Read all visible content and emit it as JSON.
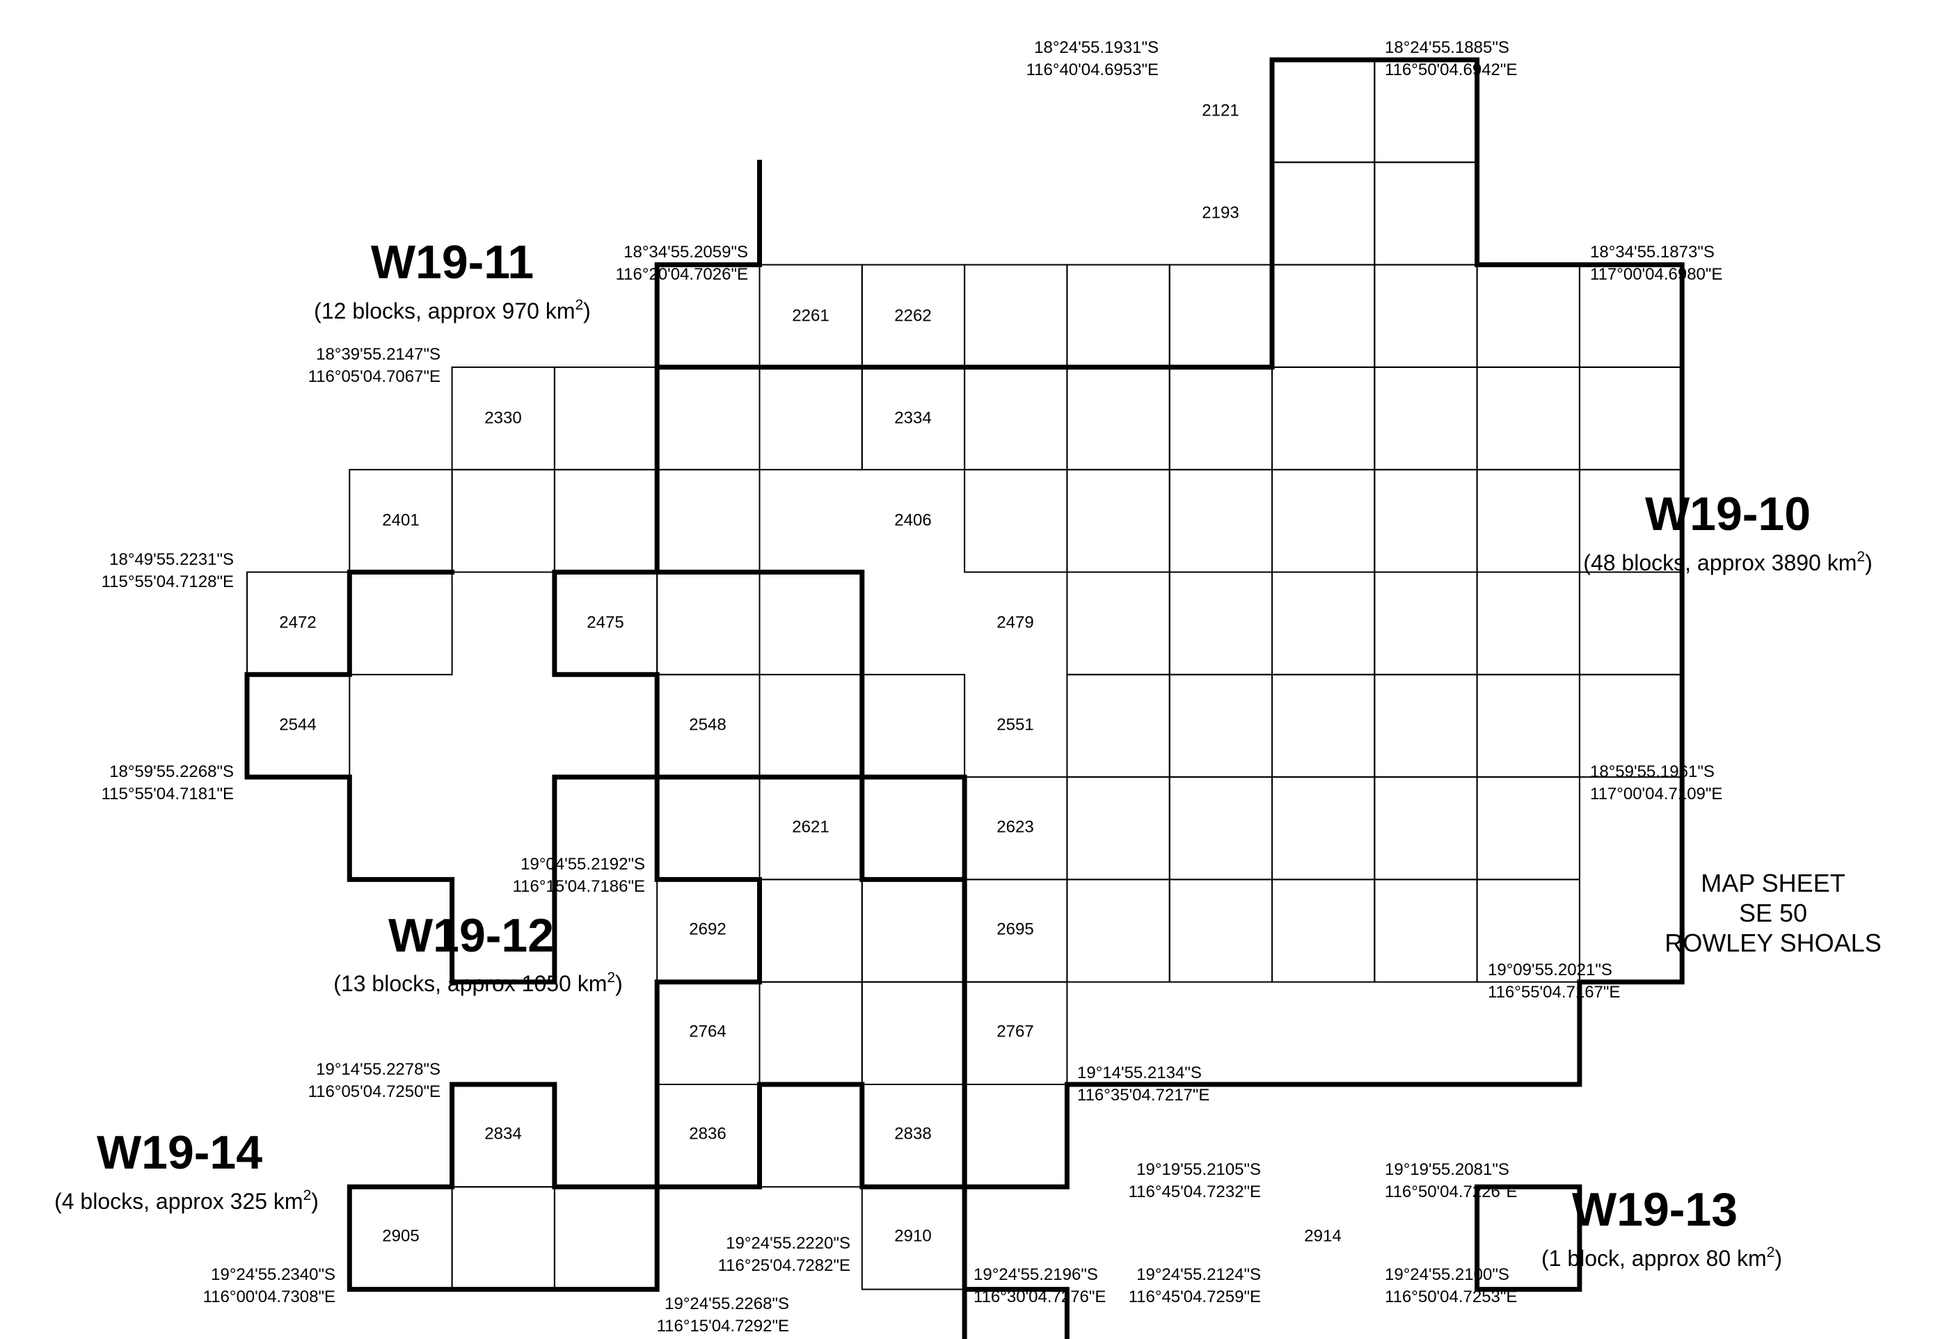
{
  "areas": [
    {
      "name": "W19-10",
      "subtitle_pre": "(48 blocks, approx 3890 km",
      "subtitle_sup": "2",
      "subtitle_post": ")"
    },
    {
      "name": "W19-11",
      "subtitle_pre": "(12 blocks, approx 970 km",
      "subtitle_sup": "2",
      "subtitle_post": ")"
    },
    {
      "name": "W19-12",
      "subtitle_pre": "(13 blocks, approx 1050 km",
      "subtitle_sup": "2",
      "subtitle_post": ")"
    },
    {
      "name": "W19-13",
      "subtitle_pre": "(1 block, approx 80 km",
      "subtitle_sup": "2",
      "subtitle_post": ")"
    },
    {
      "name": "W19-14",
      "subtitle_pre": "(4 blocks, approx 325 km",
      "subtitle_sup": "2",
      "subtitle_post": ")"
    }
  ],
  "map_sheet": [
    "MAP SHEET",
    "SE 50",
    "ROWLEY SHOALS"
  ],
  "block_numbers": {
    "b2121": "2121",
    "b2193": "2193",
    "b2261": "2261",
    "b2262": "2262",
    "b2330": "2330",
    "b2334": "2334",
    "b2401": "2401",
    "b2406": "2406",
    "b2472": "2472",
    "b2475": "2475",
    "b2479": "2479",
    "b2544": "2544",
    "b2548": "2548",
    "b2551": "2551",
    "b2621": "2621",
    "b2623": "2623",
    "b2692": "2692",
    "b2695": "2695",
    "b2764": "2764",
    "b2767": "2767",
    "b2834": "2834",
    "b2836": "2836",
    "b2838": "2838",
    "b2905": "2905",
    "b2910": "2910",
    "b2914": "2914"
  },
  "coordinates": {
    "c01": [
      "18°24'55.1931\"S",
      "116°40'04.6953\"E"
    ],
    "c02": [
      "18°24'55.1885\"S",
      "116°50'04.6942\"E"
    ],
    "c03": [
      "18°34'55.2059\"S",
      "116°20'04.7026\"E"
    ],
    "c04": [
      "18°34'55.1873\"S",
      "117°00'04.6980\"E"
    ],
    "c05": [
      "18°39'55.2147\"S",
      "116°05'04.7067\"E"
    ],
    "c06": [
      "18°49'55.2231\"S",
      "115°55'04.7128\"E"
    ],
    "c07": [
      "18°59'55.2268\"S",
      "115°55'04.7181\"E"
    ],
    "c08": [
      "18°59'55.1961\"S",
      "117°00'04.7109\"E"
    ],
    "c09": [
      "19°04'55.2192\"S",
      "116°15'04.7186\"E"
    ],
    "c10": [
      "19°09'55.2021\"S",
      "116°55'04.7167\"E"
    ],
    "c11": [
      "19°14'55.2278\"S",
      "116°05'04.7250\"E"
    ],
    "c12": [
      "19°14'55.2134\"S",
      "116°35'04.7217\"E"
    ],
    "c13": [
      "19°19'55.2105\"S",
      "116°45'04.7232\"E"
    ],
    "c14": [
      "19°19'55.2081\"S",
      "116°50'04.7226\"E"
    ],
    "c15": [
      "19°24'55.2340\"S",
      "116°00'04.7308\"E"
    ],
    "c16": [
      "19°24'55.2220\"S",
      "116°25'04.7282\"E"
    ],
    "c17": [
      "19°24'55.2196\"S",
      "116°30'04.7276\"E"
    ],
    "c18": [
      "19°24'55.2124\"S",
      "116°45'04.7259\"E"
    ],
    "c19": [
      "19°24'55.2100\"S",
      "116°50'04.7253\"E"
    ],
    "c20": [
      "19°24'55.2268\"S",
      "116°15'04.7292\"E"
    ]
  }
}
